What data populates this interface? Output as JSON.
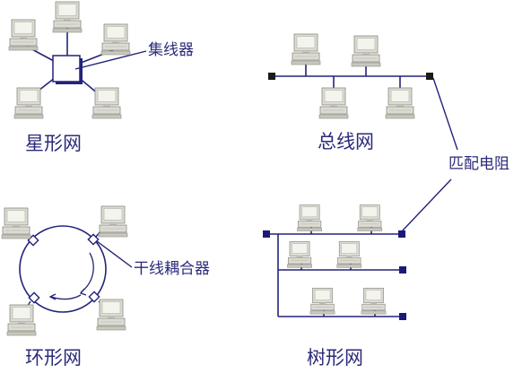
{
  "labels": {
    "star": "星形网",
    "bus": "总线网",
    "ring": "环形网",
    "tree": "树形网",
    "hub": "集线器",
    "terminator": "匹配电阻",
    "coupler": "干线耦合器"
  },
  "colors": {
    "line": "#23237a",
    "terminal": "#1a1a7a",
    "label": "#2b2b7a",
    "hub_fill": "#ffffff",
    "pc_body": "#dcdcd4",
    "pc_screen": "#f4f4ee",
    "pc_shadow": "#9a9a90"
  },
  "icons": {
    "computer": "desktop-computer-icon",
    "hub": "hub-icon",
    "terminator": "terminator-icon",
    "coupler": "coupler-icon"
  }
}
